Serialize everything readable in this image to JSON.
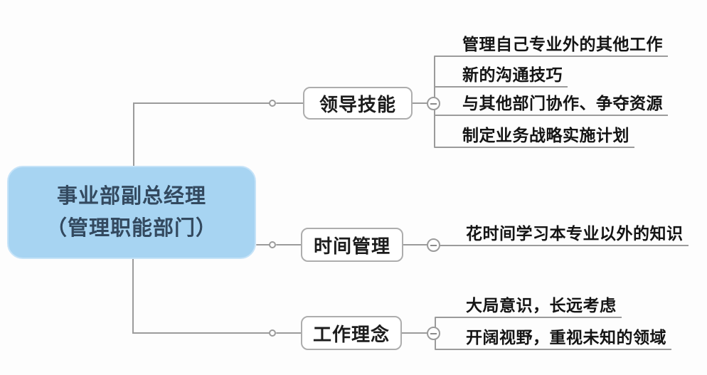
{
  "root": {
    "line1": "事业部副总经理",
    "line2": "（管理职能部门）"
  },
  "branches": [
    {
      "label": "领导技能",
      "leaves": [
        "管理自己专业外的其他工作",
        "新的沟通技巧",
        "与其他部门协作、争夺资源",
        "制定业务战略实施计划"
      ]
    },
    {
      "label": "时间管理",
      "leaves": [
        "花时间学习本专业以外的知识"
      ]
    },
    {
      "label": "工作理念",
      "leaves": [
        "大局意识，长远考虑",
        "开阔视野，重视未知的领域"
      ]
    }
  ],
  "colors": {
    "root_fill": "#a7d4f2",
    "root_border": "#c6e3f8",
    "root_text": "#33495f",
    "node_fill": "#ffffff",
    "node_border": "#adadad",
    "node_text": "#1c1c1c",
    "leaf_text": "#141414",
    "connector_line": "#9b9b9b",
    "background": "#fdfdfd"
  }
}
